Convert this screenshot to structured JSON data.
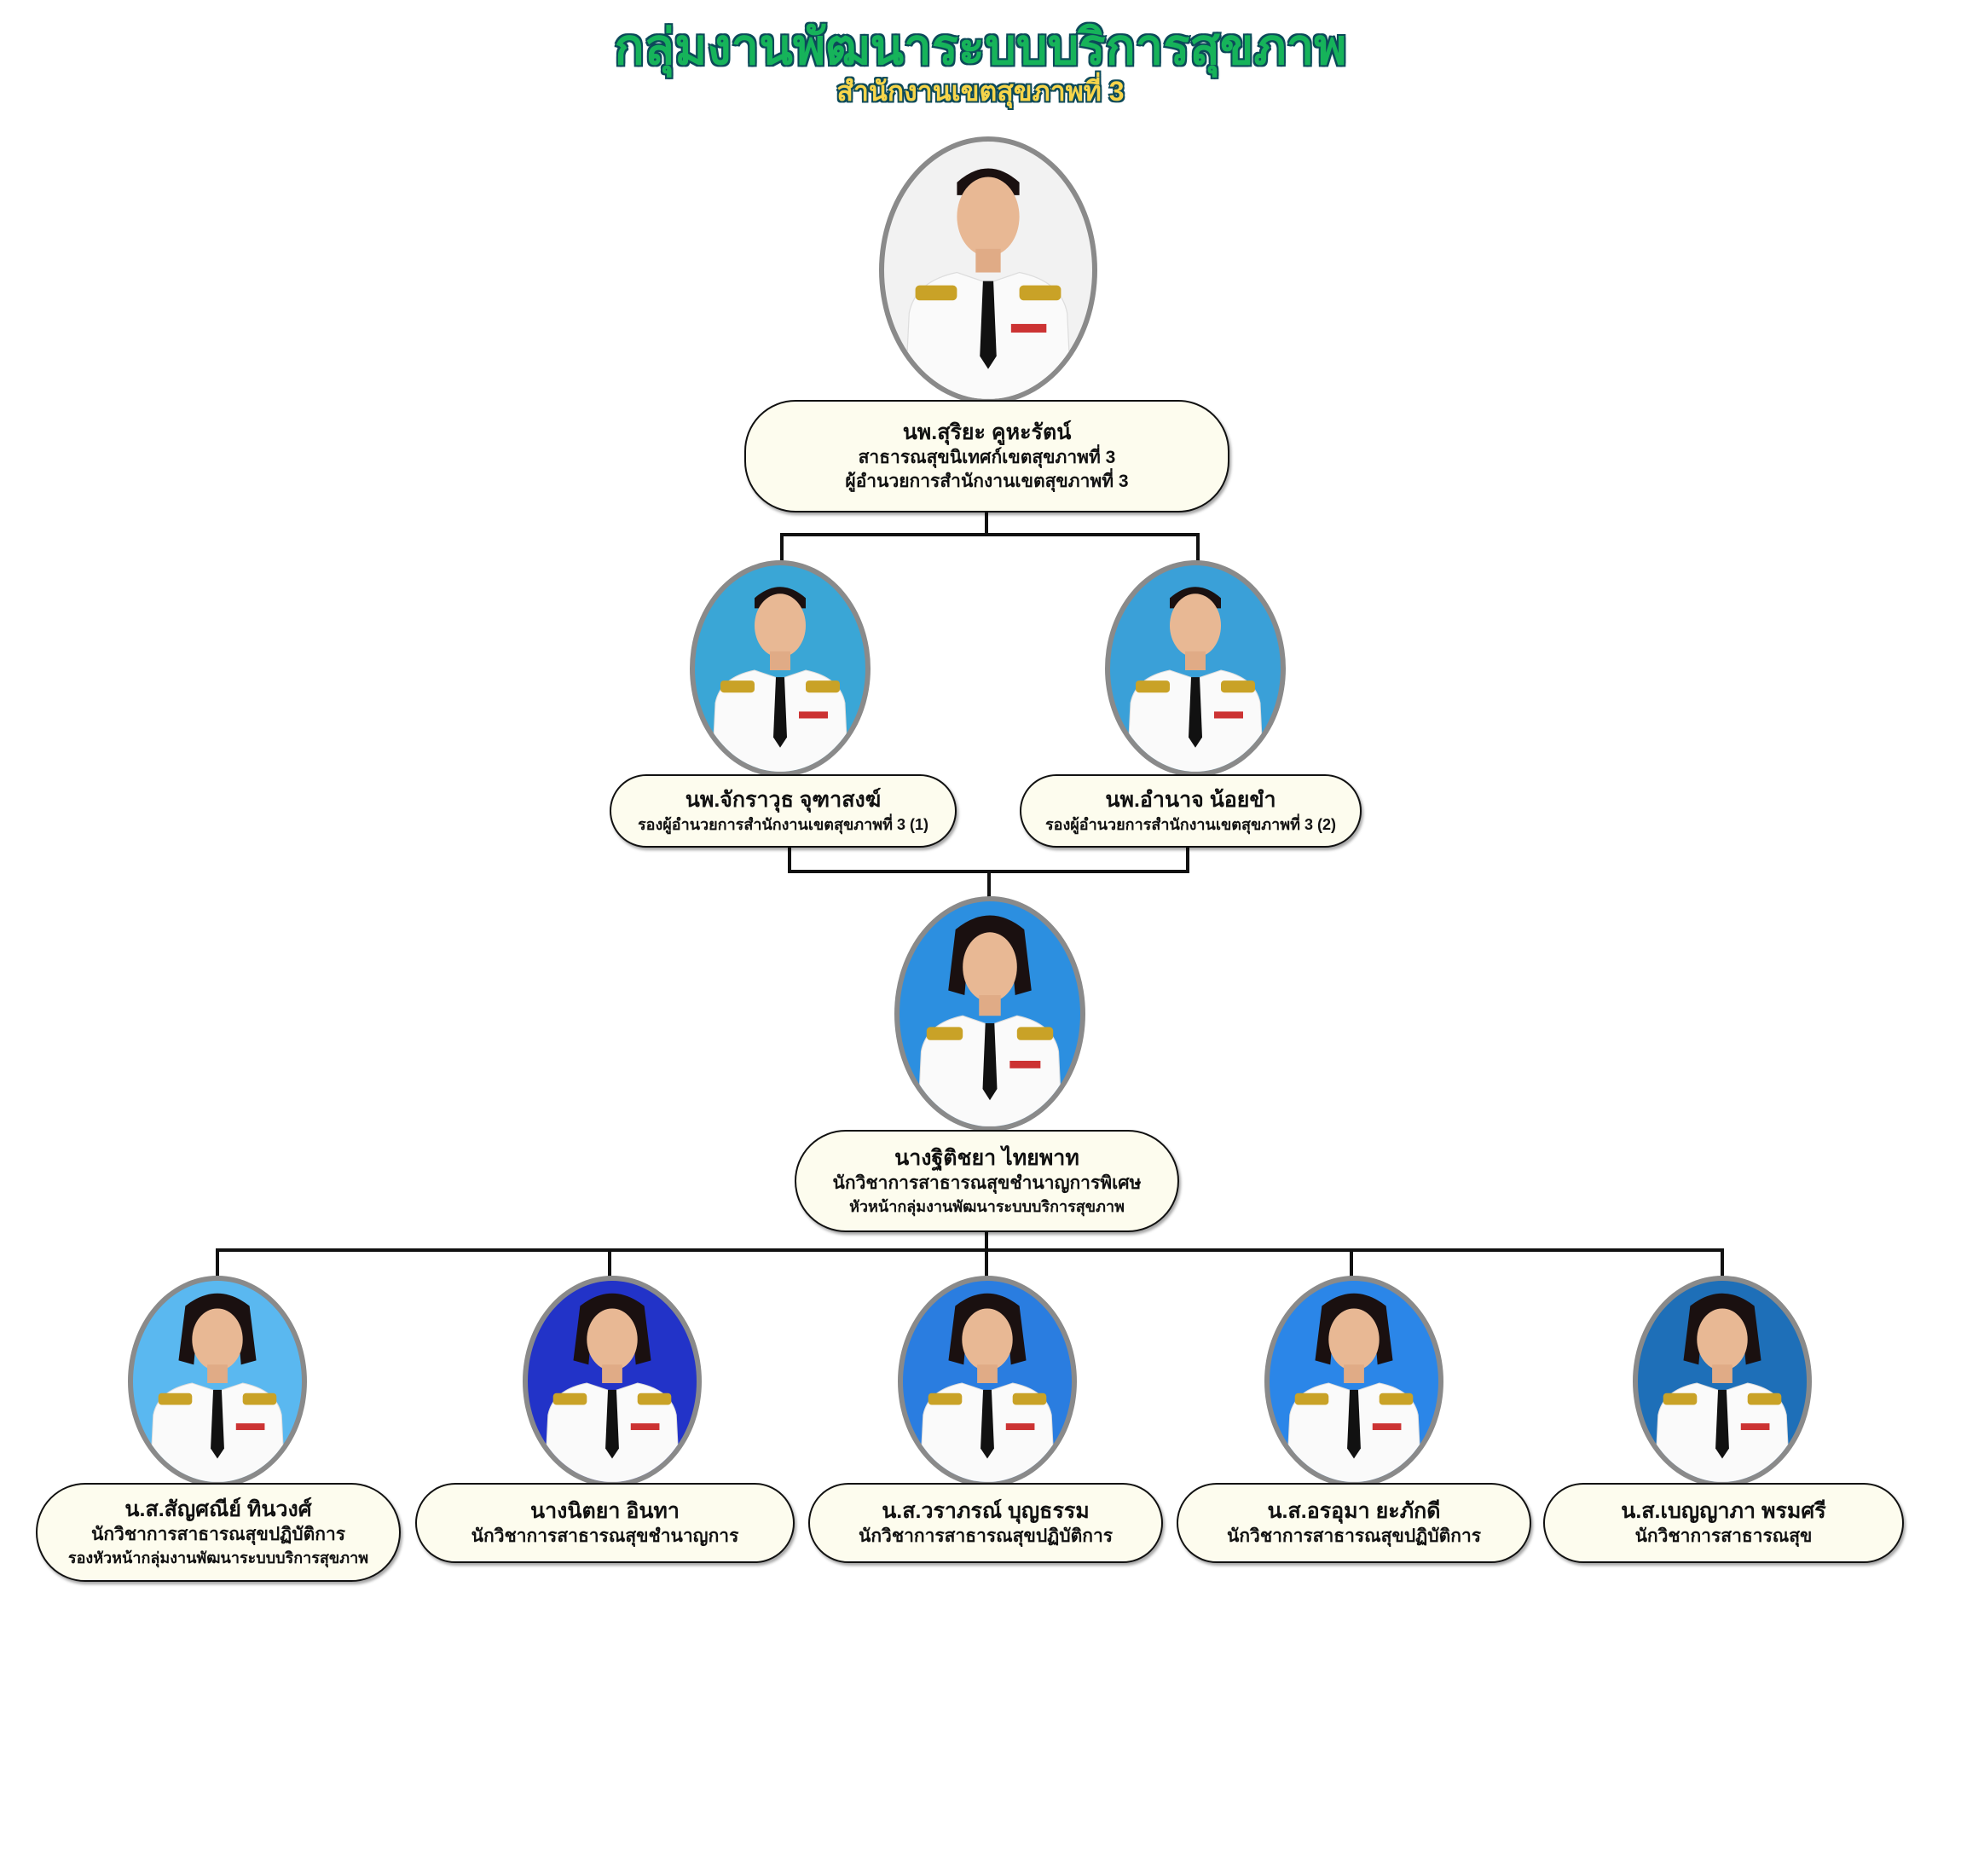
{
  "header": {
    "title": "กลุ่มงานพัฒนาระบบบริการสุขภาพ",
    "subtitle": "สำนักงานเขตสุขภาพที่ 3"
  },
  "colors": {
    "title": "#16b35a",
    "subtitle": "#f7d54a",
    "outline": "#0d4a5a",
    "box_fill": "#fdfcee",
    "photo_border": "#8a8a8a"
  },
  "people": [
    {
      "name": "นพ.สุริยะ คูหะรัตน์",
      "lines": [
        "สาธารณสุขนิเทศก์เขตสุขภาพที่ 3",
        "ผู้อำนวยการสำนักงานเขตสุขภาพที่ 3"
      ],
      "photo_bg": "#f2f2f2"
    },
    {
      "name": "นพ.จักราวุธ จุฑาสงฆ์",
      "lines": [
        "รองผู้อำนวยการสำนักงานเขตสุขภาพที่ 3 (1)"
      ],
      "photo_bg": "#3aa6d6"
    },
    {
      "name": "นพ.อำนาจ น้อยขำ",
      "lines": [
        "รองผู้อำนวยการสำนักงานเขตสุขภาพที่ 3 (2)"
      ],
      "photo_bg": "#3aa0d8"
    },
    {
      "name": "นางฐิติชยา ไทยพาท",
      "lines": [
        "นักวิชาการสาธารณสุขชำนาญการพิเศษ",
        "หัวหน้ากลุ่มงานพัฒนาระบบบริการสุขภาพ"
      ],
      "photo_bg": "#2c8fe0"
    },
    {
      "name": "น.ส.สัญศณีย์ ทินวงศ์",
      "lines": [
        "นักวิชาการสาธารณสุขปฏิบัติการ",
        "รองหัวหน้ากลุ่มงานพัฒนาระบบบริการสุขภาพ"
      ],
      "photo_bg": "#5ab8f0"
    },
    {
      "name": "นางนิตยา อินทา",
      "lines": [
        "นักวิชาการสาธารณสุขชำนาญการ"
      ],
      "photo_bg": "#2233c8"
    },
    {
      "name": "น.ส.วราภรณ์ บุญธรรม",
      "lines": [
        "นักวิชาการสาธารณสุขปฏิบัติการ"
      ],
      "photo_bg": "#2a7de0"
    },
    {
      "name": "น.ส.อรอุมา ยะภักดี",
      "lines": [
        "นักวิชาการสาธารณสุขปฏิบัติการ"
      ],
      "photo_bg": "#2b86e8"
    },
    {
      "name": "น.ส.เบญญาภา พรมศรี",
      "lines": [
        "นักวิชาการสาธารณสุข"
      ],
      "photo_bg": "#1e6fb8"
    }
  ]
}
